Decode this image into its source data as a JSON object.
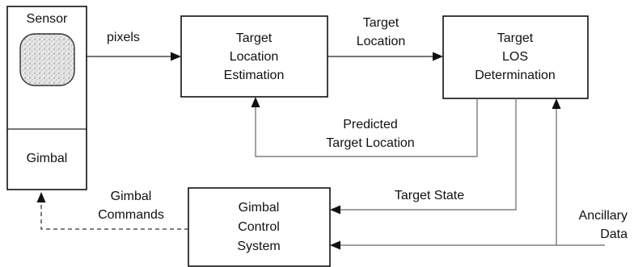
{
  "sensor": {
    "label": "Sensor"
  },
  "gimbal": {
    "label": "Gimbal"
  },
  "boxes": {
    "estimation": [
      "Target",
      "Location",
      "Estimation"
    ],
    "los": [
      "Target",
      "LOS",
      "Determination"
    ],
    "control": [
      "Gimbal",
      "Control",
      "System"
    ]
  },
  "flows": {
    "pixels": "pixels",
    "target_location": [
      "Target",
      "Location"
    ],
    "predicted": [
      "Predicted",
      "Target Location"
    ],
    "target_state": "Target State",
    "gimbal_commands": [
      "Gimbal",
      "Commands"
    ],
    "ancillary": [
      "Ancillary",
      "Data"
    ]
  }
}
